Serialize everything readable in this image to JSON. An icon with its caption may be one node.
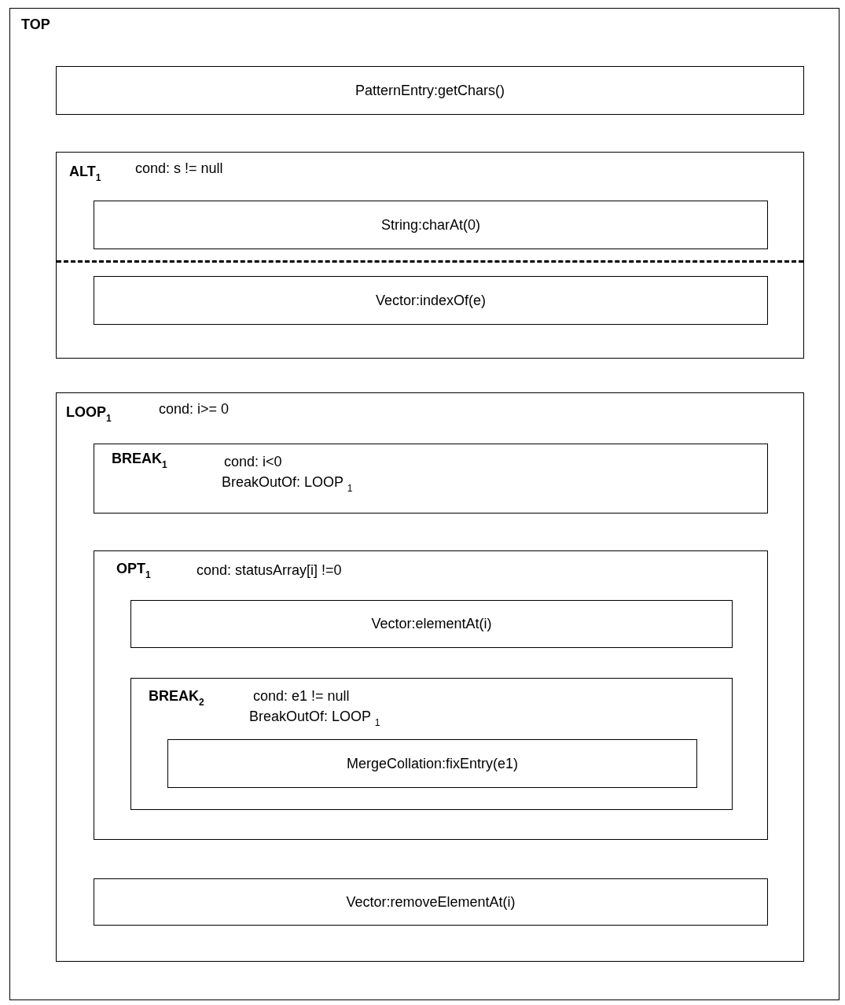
{
  "diagram": {
    "nodes": [
      {
        "text": [
          "TOP"
        ]
      },
      {
        "text": [
          "PatternEntry:getChars()"
        ],
        "in": 0
      },
      {
        "text": [
          "ALT$_{1}$",
          "cond:  s != null"
        ],
        "in": 0
      },
      {
        "text": [
          "String:charAt(0)"
        ],
        "in": 2
      },
      {
        "text": [
          "Vector:indexOf(e)"
        ],
        "in": 2
      },
      {
        "text": [
          "LOOP$_{1}$",
          "cond:  i>= 0"
        ],
        "in": 0
      },
      {
        "text": [
          "BREAK$_{1}$",
          "cond:  i<0",
          "BreakOutOf: LOOP $_{1}$"
        ],
        "in": 5
      },
      {
        "text": [
          "OPT$_{1}$",
          "cond:  statusArray[i] !=0"
        ],
        "in": 5
      },
      {
        "text": [
          "Vector:elementAt(i)"
        ],
        "in": 7
      },
      {
        "text": [
          "BREAK$_{2}$",
          "cond:  e1 != null",
          "BreakOutOf: LOOP $_{1}$"
        ],
        "in": 7
      },
      {
        "text": [
          "MergeCollation:fixEntry(e1)"
        ],
        "in": 9
      },
      {
        "text": [
          "Vector:removeElementAt(i)"
        ],
        "in": 5
      }
    ]
  }
}
